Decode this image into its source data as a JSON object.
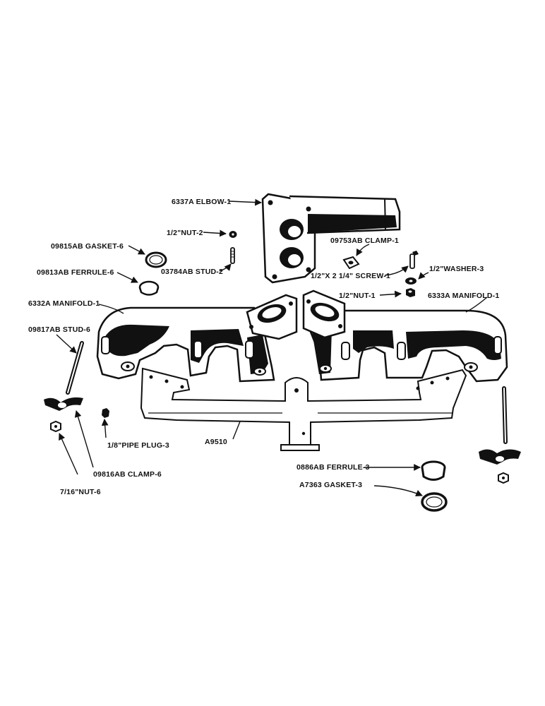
{
  "diagram": {
    "labels": {
      "elbow": "6337A ELBOW-1",
      "nut_2": "1/2\"NUT-2",
      "gasket_6": "09815AB GASKET-6",
      "ferrule_6": "09813AB FERRULE-6",
      "stud_2": "03784AB STUD-2",
      "clamp_1": "09753AB CLAMP-1",
      "screw_1": "1/2\"X 2 1/4\" SCREW-1",
      "washer_3": "1/2\"WASHER-3",
      "nut_1": "1/2\"NUT-1",
      "manifold_left": "6332A MANIFOLD-1",
      "manifold_right": "6333A MANIFOLD-1",
      "stud_6": "09817AB STUD-6",
      "manifold_lower": "A9510",
      "pipe_plug": "1/8\"PIPE PLUG-3",
      "clamp_6": "09816AB CLAMP-6",
      "nut_6": "7/16\"NUT-6",
      "ferrule_3": "0886AB FERRULE-3",
      "gasket_3": "A7363 GASKET-3"
    },
    "colors": {
      "ink": "#111111",
      "paper": "#ffffff"
    }
  }
}
